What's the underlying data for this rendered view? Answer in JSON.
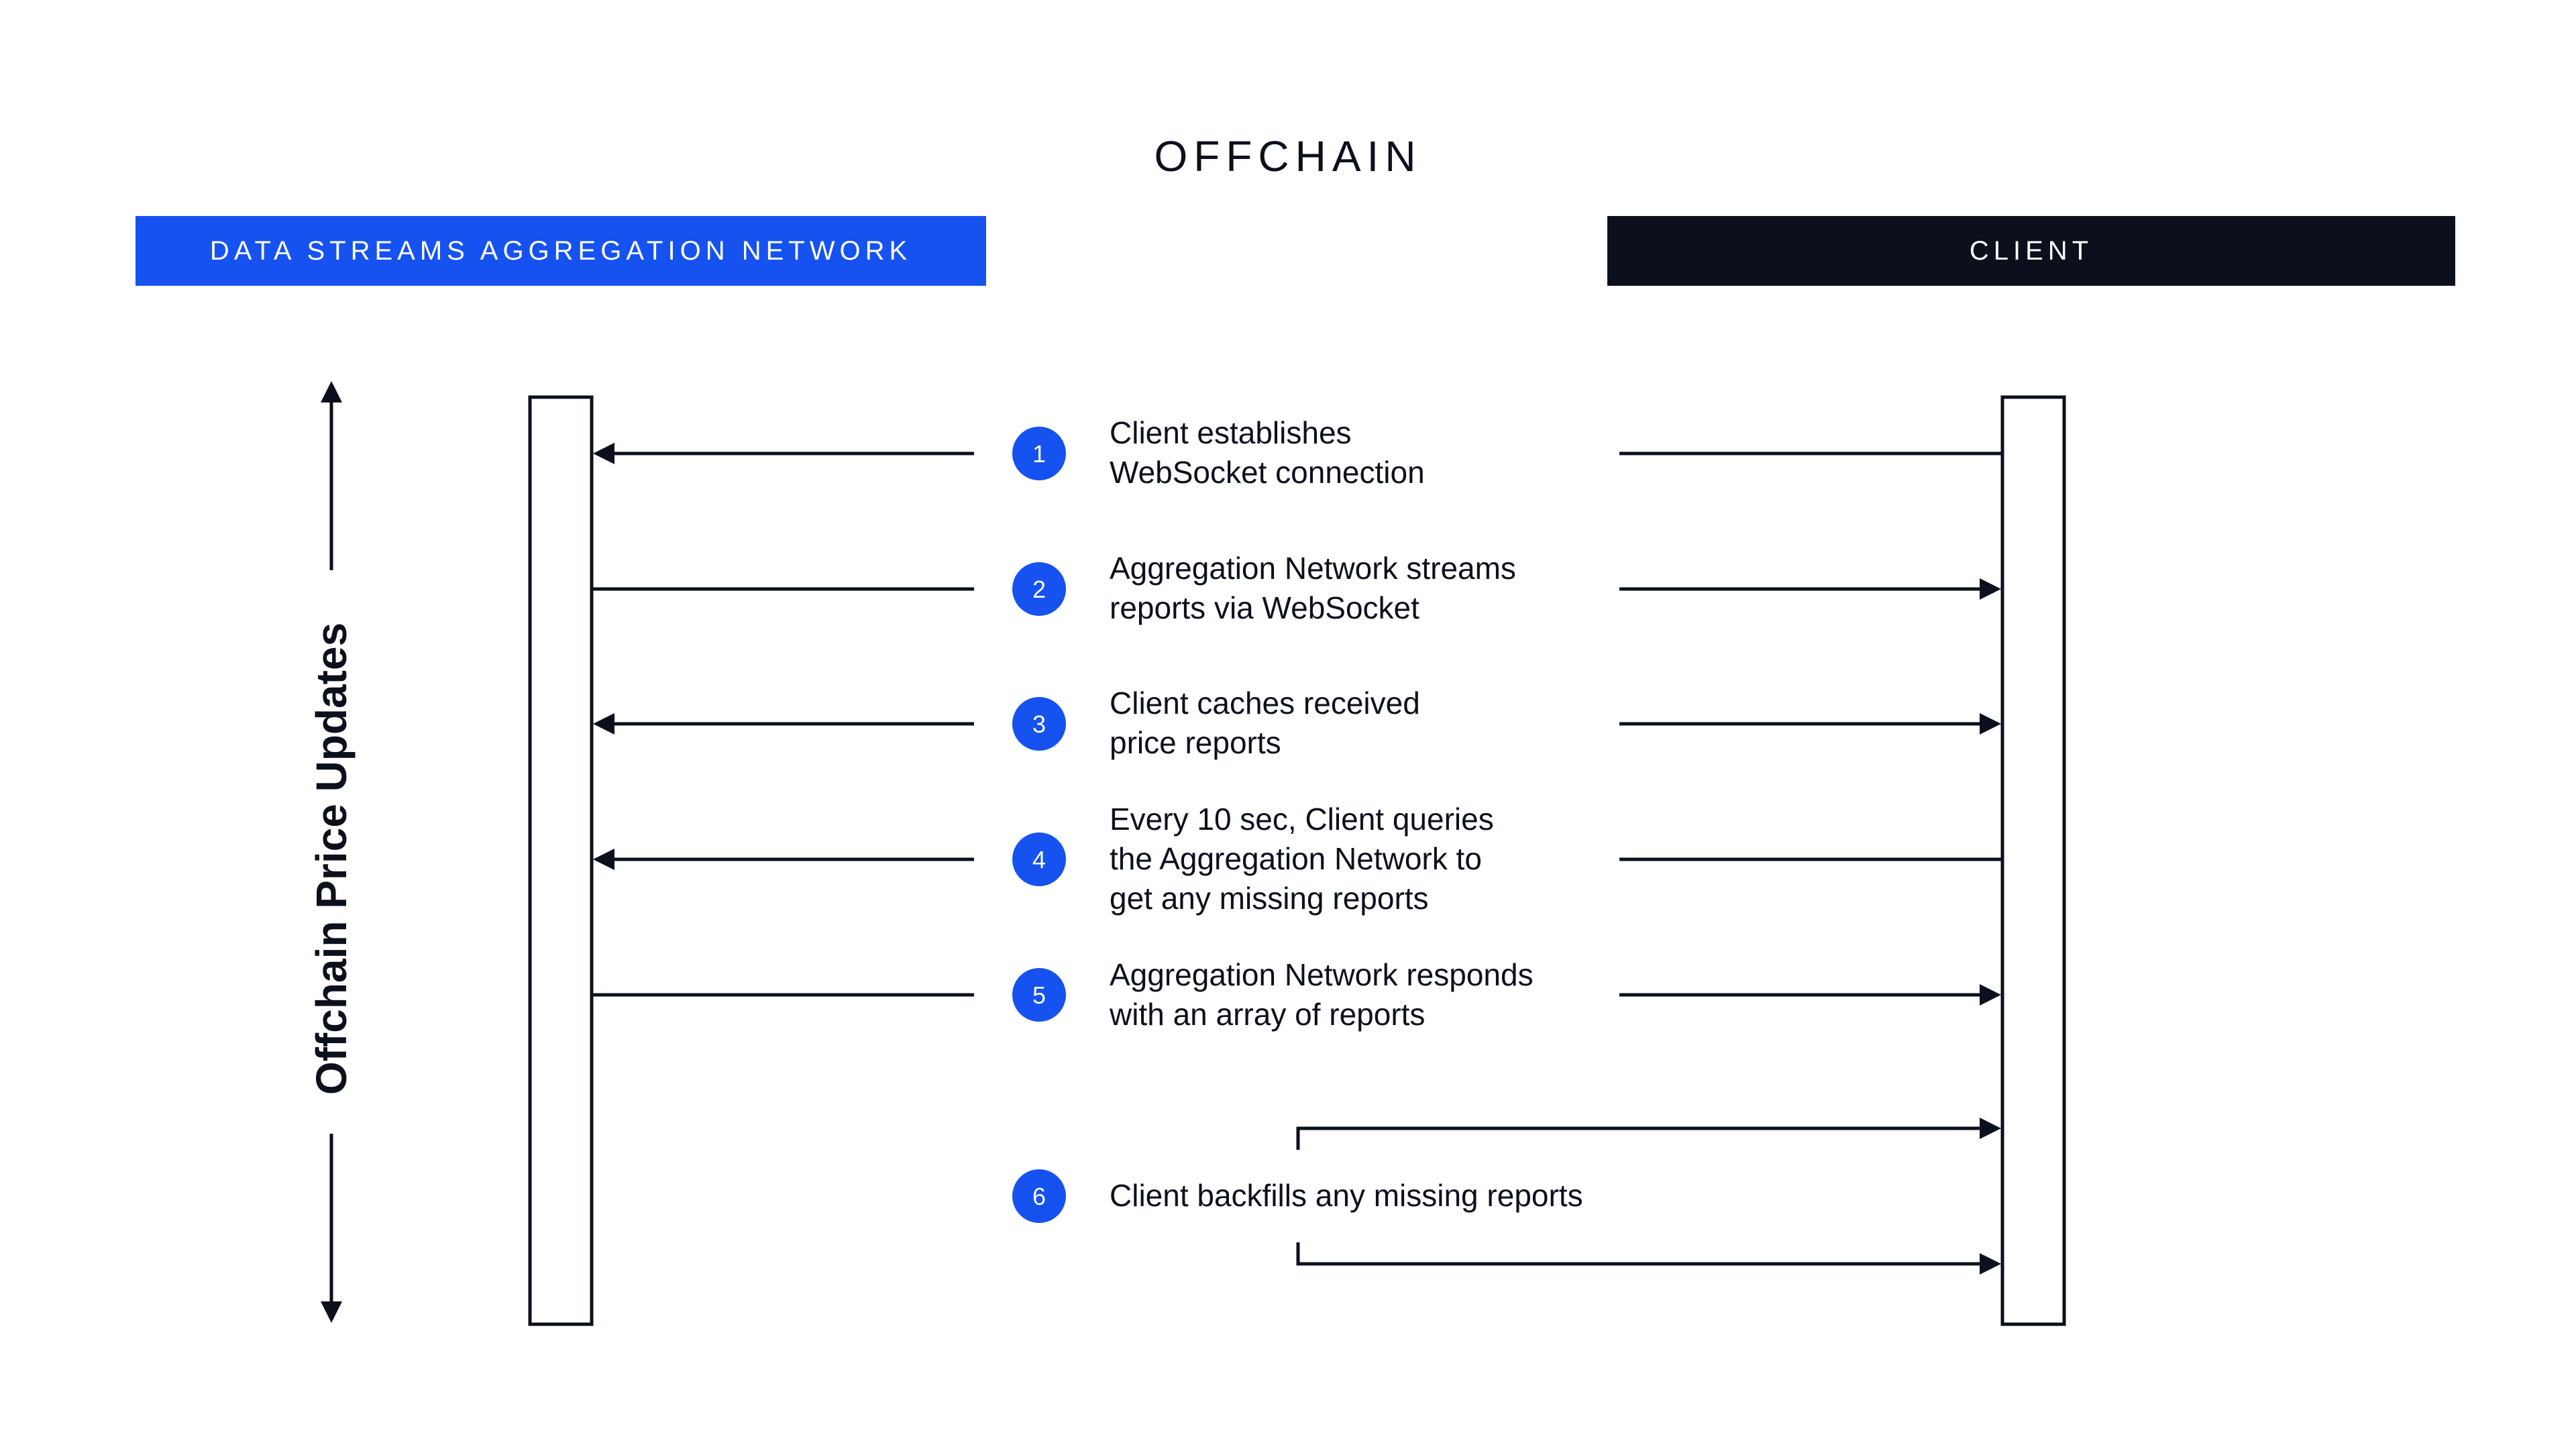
{
  "title": "OFFCHAIN",
  "colors": {
    "accent": "#1652f0",
    "dark": "#0b101c",
    "line": "#0b101c"
  },
  "lanes": {
    "left": {
      "label": "DATA STREAMS AGGREGATION NETWORK"
    },
    "right": {
      "label": "CLIENT"
    }
  },
  "side_label": "Offchain Price Updates",
  "steps": [
    {
      "number": "1",
      "lines": [
        "Client establishes",
        "WebSocket connection"
      ],
      "direction": "to-left"
    },
    {
      "number": "2",
      "lines": [
        "Aggregation Network streams",
        "reports via WebSocket"
      ],
      "direction": "to-right"
    },
    {
      "number": "3",
      "lines": [
        "Client caches received",
        "price reports"
      ],
      "direction": "both"
    },
    {
      "number": "4",
      "lines": [
        "Every 10 sec, Client queries",
        "the Aggregation Network to",
        "get any missing reports"
      ],
      "direction": "to-left"
    },
    {
      "number": "5",
      "lines": [
        "Aggregation Network responds",
        "with an array of reports"
      ],
      "direction": "to-right"
    },
    {
      "number": "6",
      "lines": [
        "Client backfills any missing reports"
      ],
      "direction": "self"
    }
  ]
}
